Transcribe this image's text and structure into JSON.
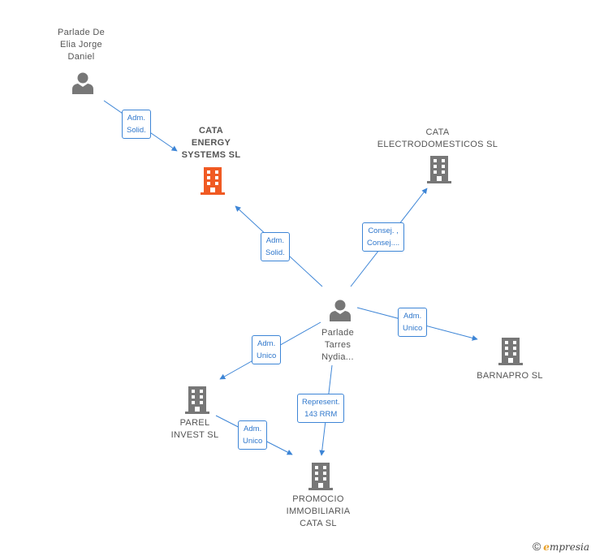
{
  "colors": {
    "edge": "#3d85d6",
    "person_icon": "#777777",
    "company_icon": "#777777",
    "highlight_company_icon": "#f05a23"
  },
  "nodes": {
    "parlade_elia": {
      "lines": [
        "Parlade De",
        "Elia Jorge",
        "Daniel"
      ],
      "icon": "person-icon"
    },
    "cata_energy": {
      "lines": [
        "CATA",
        "ENERGY",
        "SYSTEMS SL"
      ],
      "icon": "building-icon"
    },
    "cata_electro": {
      "lines": [
        "CATA",
        "ELECTRODOMESTICOS SL"
      ],
      "icon": "building-icon"
    },
    "parlade_tarres": {
      "lines": [
        "Parlade",
        "Tarres",
        "Nydia..."
      ],
      "icon": "person-icon"
    },
    "barnapro": {
      "lines": [
        "BARNAPRO SL"
      ],
      "icon": "building-icon"
    },
    "parel_invest": {
      "lines": [
        "PAREL",
        "INVEST SL"
      ],
      "icon": "building-icon"
    },
    "promocio": {
      "lines": [
        "PROMOCIO",
        "IMMOBILIARIA",
        "CATA SL"
      ],
      "icon": "building-icon"
    }
  },
  "edges": {
    "elia_to_energy": {
      "lines": [
        "Adm.",
        "Solid."
      ]
    },
    "tarres_to_energy": {
      "lines": [
        "Adm.",
        "Solid."
      ]
    },
    "tarres_to_electro": {
      "lines": [
        "Consej. ,",
        "Consej...."
      ]
    },
    "tarres_to_barnapro": {
      "lines": [
        "Adm.",
        "Unico"
      ]
    },
    "tarres_to_parel": {
      "lines": [
        "Adm.",
        "Unico"
      ]
    },
    "tarres_to_promocio": {
      "lines": [
        "Represent.",
        "143 RRM"
      ]
    },
    "parel_to_promocio": {
      "lines": [
        "Adm.",
        "Unico"
      ]
    }
  },
  "footer": {
    "copyright": "©",
    "brand_initial": "e",
    "brand_rest": "mpresia"
  }
}
